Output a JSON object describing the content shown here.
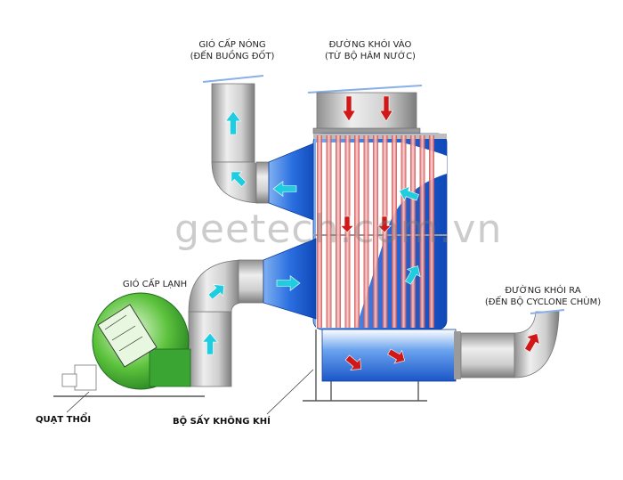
{
  "labels": {
    "hot_air_title": "GIÓ CẤP NÓNG",
    "hot_air_sub": "(ĐẾN BUỒNG ĐỐT)",
    "flue_in_title": "ĐƯỜNG KHÓI VÀO",
    "flue_in_sub": "(TỪ BỘ HÂM NƯỚC)",
    "cold_air": "GIÓ CẤP LẠNH",
    "flue_out_title": "ĐƯỜNG KHÓI RA",
    "flue_out_sub": "(ĐẾN BỘ CYCLONE CHÙM)",
    "fan": "QUẠT THỔI",
    "air_heater": "BỘ SẤY KHÔNG KHÍ"
  },
  "watermark": "geetech.com.vn",
  "colors": {
    "air_blue": "#1f5fd6",
    "duct_gray": "#bcbcbc",
    "tube_red": "#e06060",
    "fan_green": "#2a9a2a",
    "arrow_cyan": "#1ecde0",
    "arrow_red": "#d01818"
  }
}
